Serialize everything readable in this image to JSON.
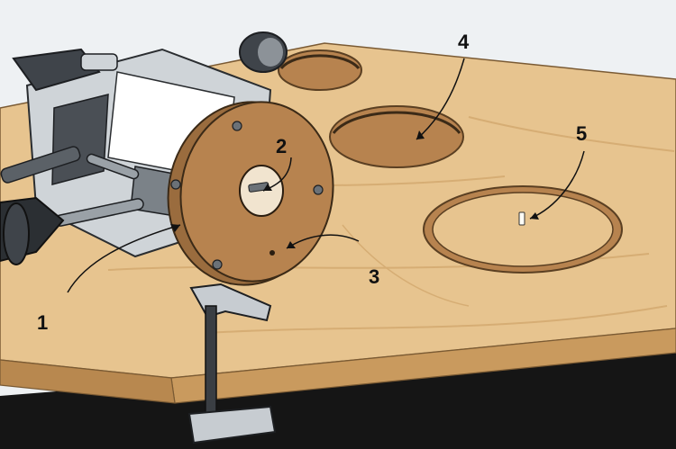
{
  "callouts": [
    {
      "id": "1",
      "label": "1"
    },
    {
      "id": "2",
      "label": "2"
    },
    {
      "id": "3",
      "label": "3"
    },
    {
      "id": "4",
      "label": "4"
    },
    {
      "id": "5",
      "label": "5"
    }
  ],
  "colors": {
    "background": "#eef1f3",
    "wood_top": "#e7c48f",
    "wood_edge": "#c99a5e",
    "wood_grain": "#d6ad74",
    "floor": "#151515",
    "metal": "#cfd4d8",
    "metal_dark": "#4a4f55",
    "base_plate": "#b7834f"
  }
}
